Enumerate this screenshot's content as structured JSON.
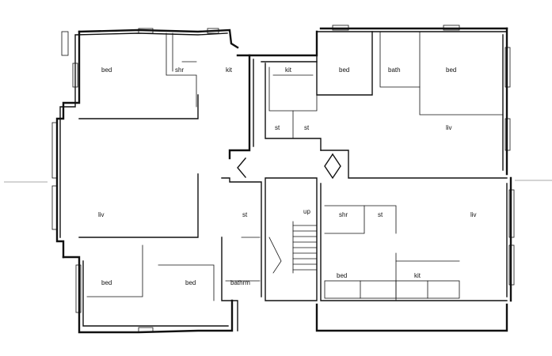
{
  "plan": {
    "rooms": {
      "bed_top_left": "bed",
      "shr_top_left": "shr",
      "kit_top_left": "kit",
      "kit_top_center": "kit",
      "bed_top_right_a": "bed",
      "bath_top_right": "bath",
      "bed_top_right_b": "bed",
      "st_center_left": "st",
      "st_center_right": "st",
      "liv_right_upper": "liv",
      "liv_left": "liv",
      "st_stair": "st",
      "up_stair": "up",
      "shr_right_lower": "shr",
      "st_right_lower": "st",
      "liv_right_lower": "liv",
      "bed_bottom_left": "bed",
      "bed_bottom_center": "bed",
      "bathrm_bottom": "bathrm",
      "bed_bottom_right": "bed",
      "kit_bottom_right": "kit"
    },
    "colors": {
      "ink": "#111111",
      "paper": "#ffffff"
    }
  }
}
